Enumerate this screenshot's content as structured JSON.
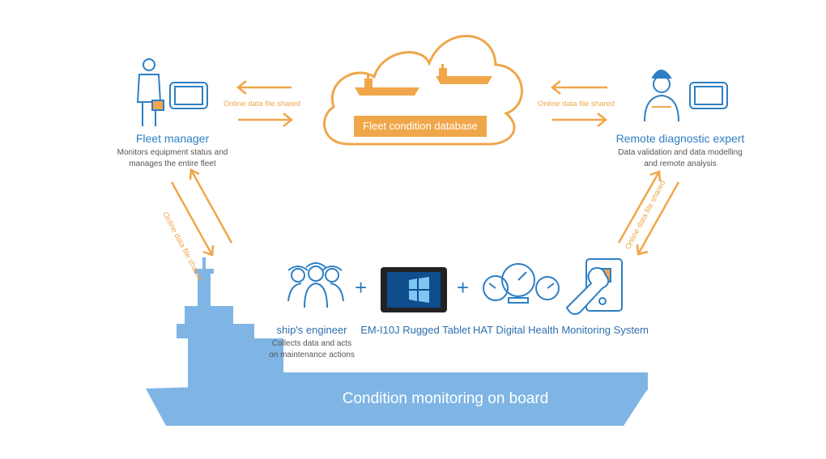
{
  "diagram": {
    "cloud": {
      "label": "Fleet condition database"
    },
    "flow_label": "Online data file shared",
    "fleet_manager": {
      "title": "Fleet manager",
      "desc_line1": "Monitors equipment status and",
      "desc_line2": "manages the entire fleet"
    },
    "remote_expert": {
      "title": "Remote diagnostic expert",
      "desc_line1": "Data validation and data modelling",
      "desc_line2": "and remote analysis"
    },
    "onboard": {
      "engineer_label": "ship's engineer",
      "engineer_desc_line1": "Collects data and acts",
      "engineer_desc_line2": "on maintenance actions",
      "tablet_label": "EM-I10J Rugged Tablet",
      "system_label": "HAT Digital Health Monitoring System",
      "plus": "+"
    },
    "ship": {
      "label": "Condition monitoring on board"
    },
    "colors": {
      "orange": "#f0a64a",
      "blue": "#2e7fc4",
      "ship": "#7fb5e5"
    }
  }
}
